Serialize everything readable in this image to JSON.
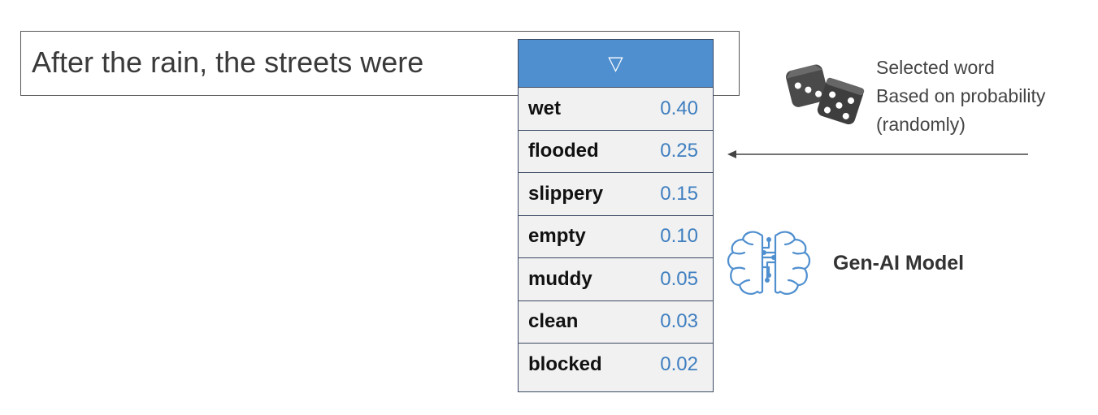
{
  "prompt": {
    "text": "After the rain, the streets were"
  },
  "dropdown": {
    "toggle_symbol": "▽",
    "options": [
      {
        "word": "wet",
        "prob": "0.40"
      },
      {
        "word": "flooded",
        "prob": "0.25"
      },
      {
        "word": "slippery",
        "prob": "0.15"
      },
      {
        "word": "empty",
        "prob": "0.10"
      },
      {
        "word": "muddy",
        "prob": "0.05"
      },
      {
        "word": "clean",
        "prob": "0.03"
      },
      {
        "word": "blocked",
        "prob": "0.02"
      }
    ],
    "header_color": "#4f8fcf",
    "prob_color": "#3f7fc0",
    "selected_word": "flooded"
  },
  "selection_note": {
    "line1": "Selected word",
    "line2": "Based on probability",
    "line3": "(randomly)",
    "icon": "dice-icon"
  },
  "model": {
    "label": "Gen-AI Model",
    "icon": "brain-circuit-icon",
    "icon_color": "#4f8fcf"
  }
}
